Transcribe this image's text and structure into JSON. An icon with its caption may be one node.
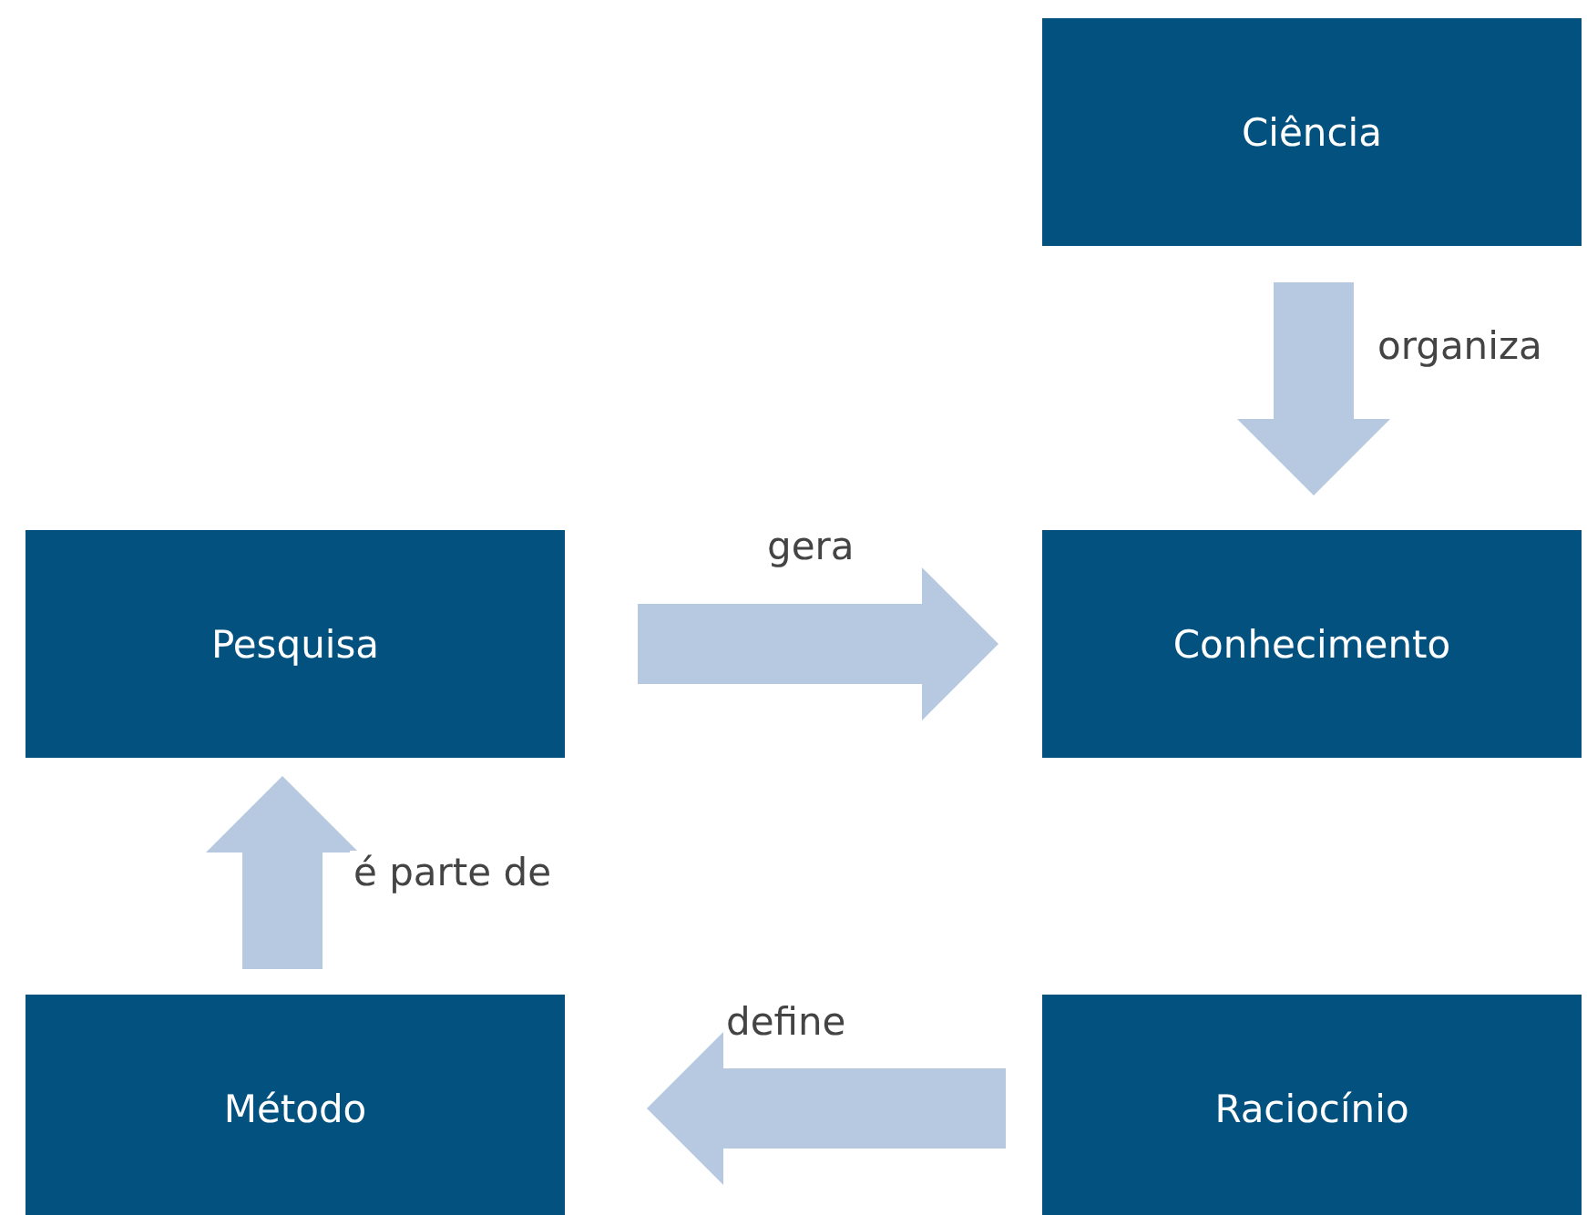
{
  "diagram": {
    "nodes": [
      {
        "text": [
          "Ciência"
        ]
      },
      {
        "text": [
          "Pesquisa"
        ]
      },
      {
        "text": [
          "Conhecimento"
        ]
      },
      {
        "text": [
          "Método"
        ]
      },
      {
        "text": [
          "Raciocínio"
        ]
      }
    ],
    "edges": [
      {
        "from": 0,
        "to": 2,
        "arrow": "to",
        "label": "organiza"
      },
      {
        "from": 1,
        "to": 2,
        "arrow": "to",
        "label": "gera"
      },
      {
        "from": 3,
        "to": 1,
        "arrow": "to",
        "label": "é parte de"
      },
      {
        "from": 4,
        "to": 3,
        "arrow": "to",
        "label": "define"
      }
    ]
  }
}
